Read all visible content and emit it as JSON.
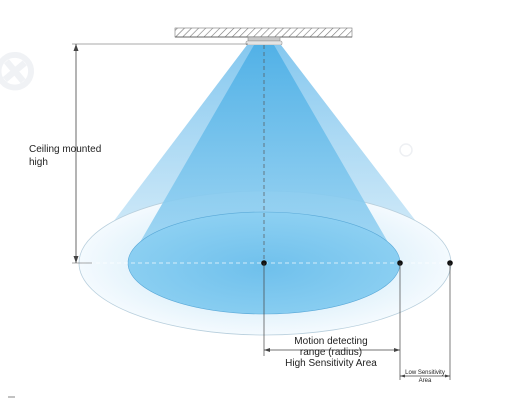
{
  "labels": {
    "ceiling_line1": "Ceiling mounted",
    "ceiling_line2": "high",
    "motion_line1": "Motion detecting",
    "motion_line2": "range (radius)",
    "motion_line3": "High Sensitivity Area",
    "low_line1": "Low Sensitivity",
    "low_line2": "Area"
  },
  "colors": {
    "outer_cone": "#bfe3f7",
    "inner_cone": "#8ccff1",
    "outer_ellipse": "#e6f4fc",
    "inner_ellipse": "#7ec8ef",
    "line": "#444444",
    "ceiling": "#888888"
  }
}
